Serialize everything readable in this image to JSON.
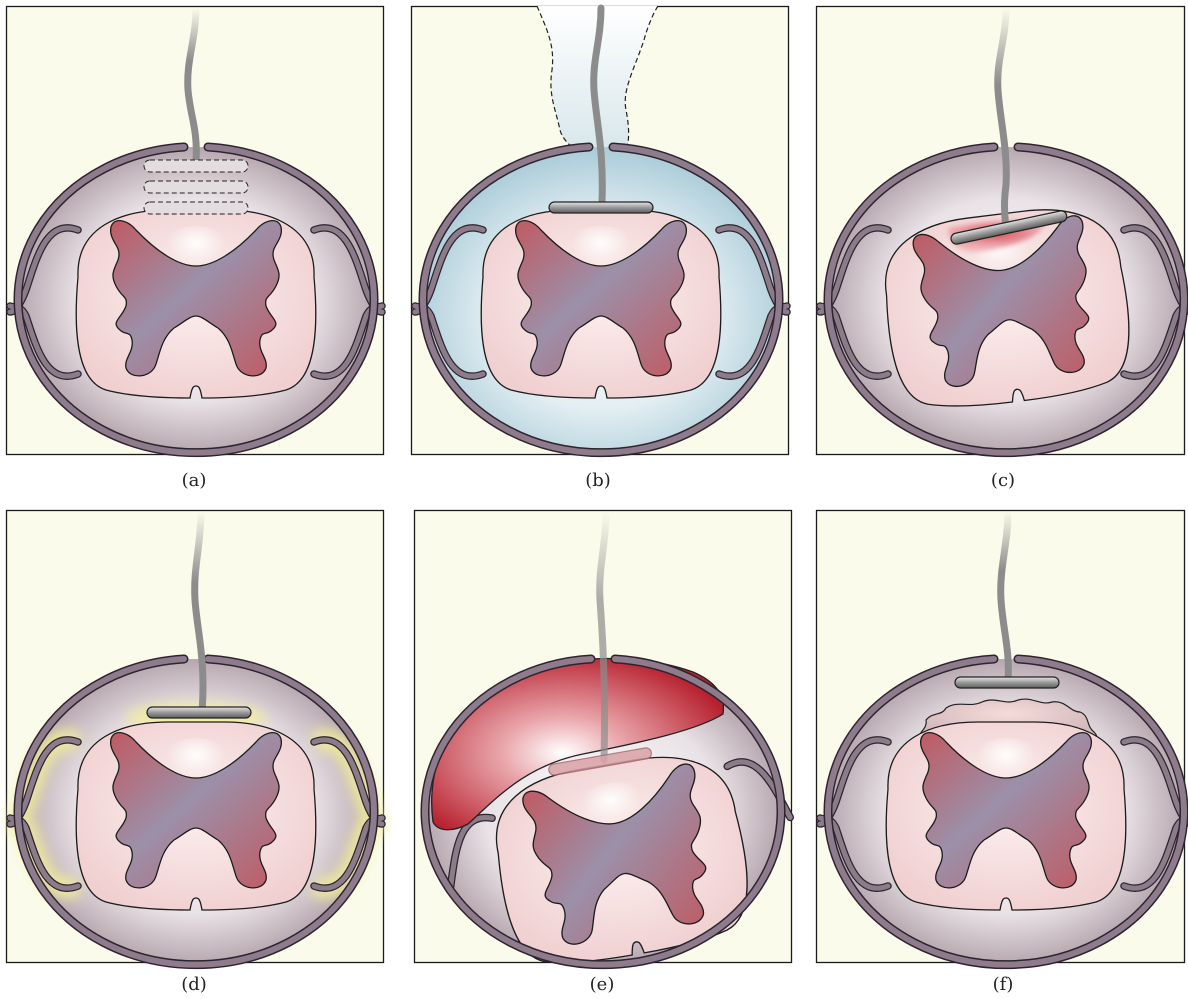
{
  "figure": {
    "panels": [
      {
        "id": "a",
        "caption": "(a)",
        "variant": "multiple contact electrodes (dashed) in dorsal subarachnoid space"
      },
      {
        "id": "b",
        "caption": "(b)",
        "variant": "CSF-filled thecal sac with plate electrode and catheter tract"
      },
      {
        "id": "c",
        "caption": "(c)",
        "variant": "tilted electrode compressing dorsal cord with focal injury"
      },
      {
        "id": "d",
        "caption": "(d)",
        "variant": "plate electrode with yellow glow around nerve roots"
      },
      {
        "id": "e",
        "caption": "(e)",
        "variant": "large hematoma displacing cord"
      },
      {
        "id": "f",
        "caption": "(f)",
        "variant": "plate electrode with fibrotic scar over dorsal cord"
      }
    ],
    "colors": {
      "background": "#fafbea",
      "dura": "#7d6a7c",
      "cord": "#f2d7d7",
      "gray_matter": "#9a8aa4",
      "gray_matter_red": "#c2575f",
      "csf": "#b9d6e0",
      "hematoma": "#c0323d",
      "electrode": "#8a8a8a",
      "glow": "#f3ee9a"
    }
  }
}
